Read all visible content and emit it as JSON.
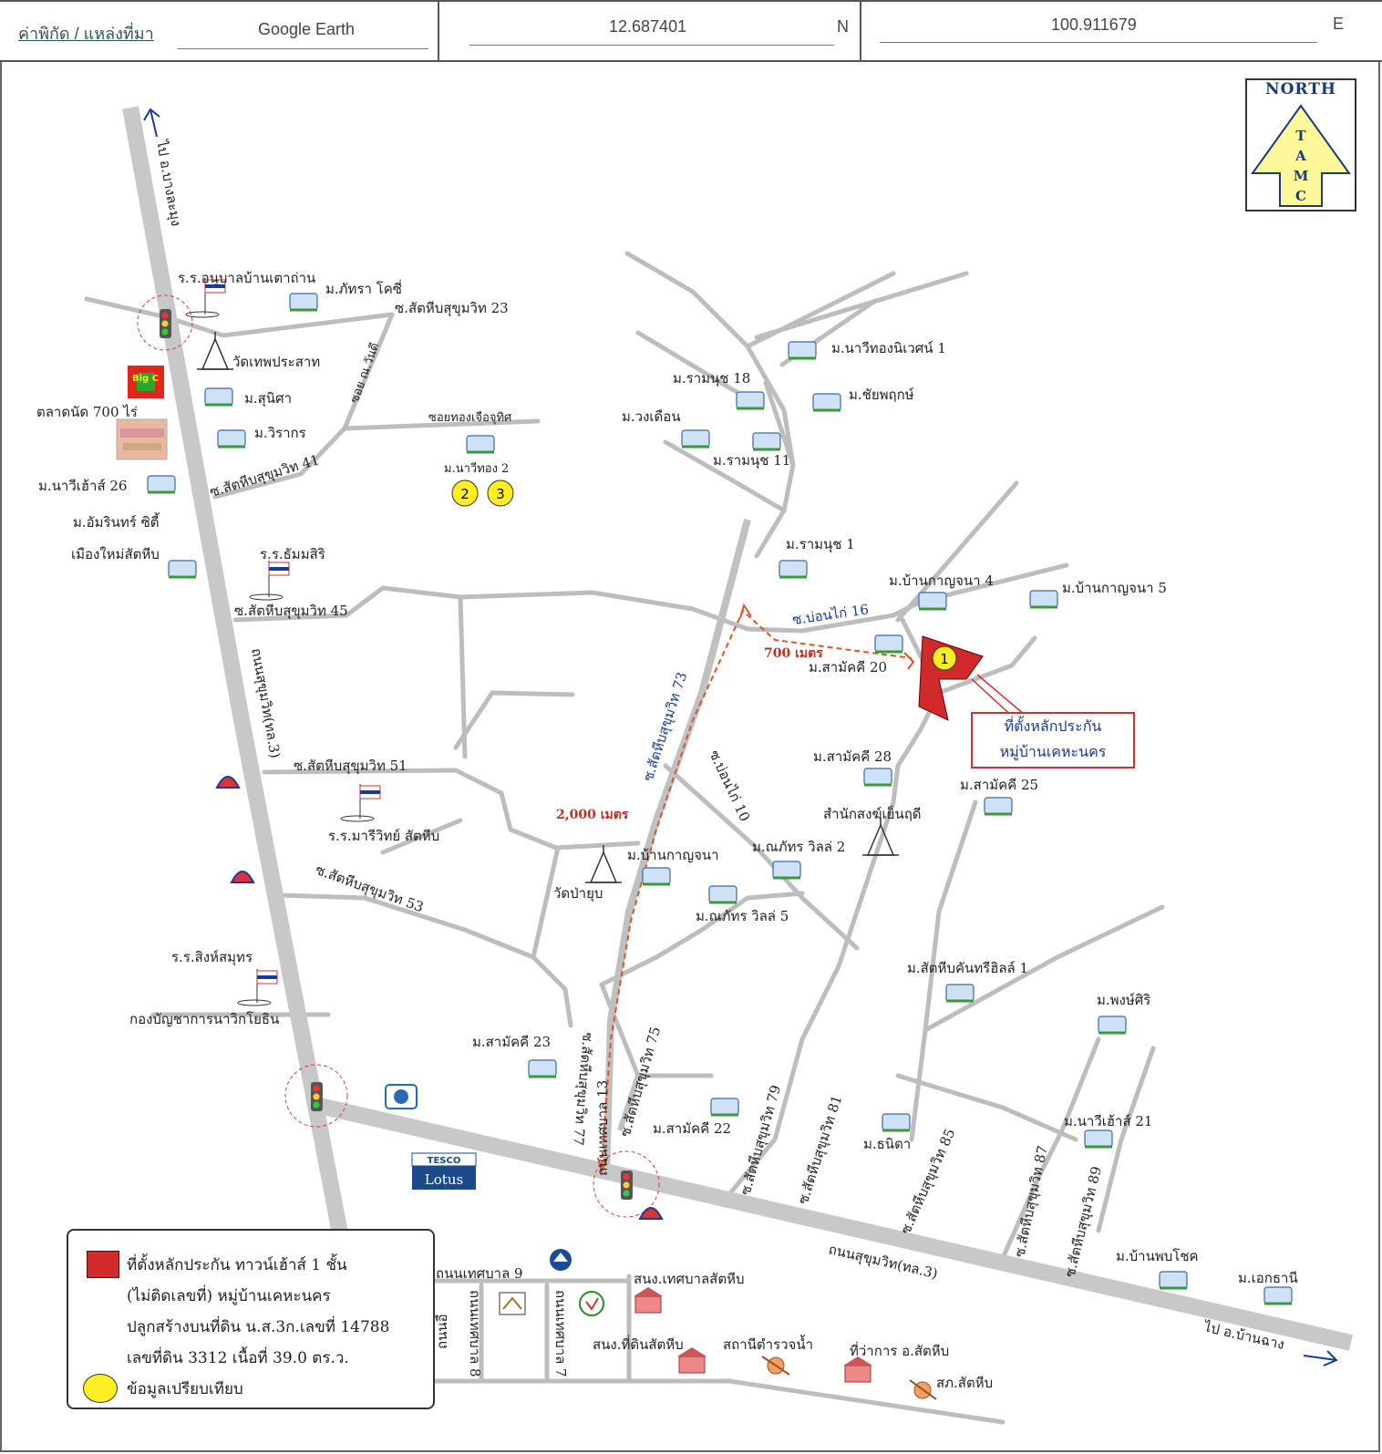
{
  "header": {
    "source_label": "ค่าพิกัด / แหล่งที่มา",
    "source_value": "Google Earth",
    "lat_value": "12.687401",
    "lat_dir": "N",
    "lon_value": "100.911679",
    "lon_dir": "E"
  },
  "north_arrow": {
    "title": "NORTH",
    "letters": [
      "T",
      "A",
      "M",
      "C"
    ]
  },
  "roads": {
    "to_bangkok": "ไป อ.บางละมุง",
    "to_banchang": "ไป อ.บ้านฉาง",
    "sukhumvit_main": "ถนนสุขุมวิท(ทล.3)",
    "sukhumvit_main_2": "ถนนสุขุมวิท(ทล.3)",
    "soi_23": "ซ.สัตหีบสุขุมวิท 23",
    "soi_41": "ซ.สัตหีบสุขุมวิท 41",
    "soi_45": "ซ.สัตหีบสุขุมวิท 45",
    "soi_51": "ซ.สัตหีบสุขุมวิท 51",
    "soi_53": "ซ.สัตหีบสุขุมวิท 53",
    "soi_73": "ซ.สัตหีบสุขุมวิท 73",
    "soi_75": "ซ.สัตหีบสุขุมวิท 75",
    "soi_77": "ซ.สัตหีบสุขุมวิท 77",
    "soi_79": "ซ.สัตหีบสุขุมวิท 79",
    "soi_81": "ซ.สัตหีบสุขุมวิท 81",
    "soi_85": "ซ.สัตหีบสุขุมวิท 85",
    "soi_87": "ซ.สัตหีบสุขุมวิท 87",
    "soi_89": "ซ.สัตหีบสุขุมวิท 89",
    "soi_nawan": "ซอย ณ.วันดี",
    "soi_thongjue": "ซอยทองเจือจุทิศ",
    "soi_bonai_16": "ซ.บ่อนไก่ 16",
    "soi_bonai_10": "ซ.บ่อนไก่ 10",
    "thetsaban_13": "ถนนเทศบาล 13",
    "thetsaban_9": "ถนนเทศบาล 9",
    "thetsaban_8": "ถนนเทศบาล 8",
    "thetsaban_7": "ถนนเทศบาล 7",
    "road_lo": "ถนนอื่"
  },
  "distances": {
    "d_700": "700 เมตร",
    "d_2000": "2,000 เมตร"
  },
  "villages": {
    "pattra": "ม.ภัทรา โคซี่",
    "sunisa": "ม.สุนิศา",
    "wirakorn": "ม.วิรากร",
    "navee26": "ม.นาวีเฮ้าส์ 26",
    "amarin": "ม.อัมรินทร์ ซิตี้",
    "amarin2": "เมืองใหม่สัตหีบ",
    "navithong2": "ม.นาวีทอง 2",
    "navithong_niwet": "ม.นาวีทองนิเวศน์ 1",
    "ramanut18": "ม.รามนุช 18",
    "chaiyaphruek": "ม.ชัยพฤกษ์",
    "wongduan": "ม.วงเดือน",
    "ramanut11": "ม.รามนุช 11",
    "ramanut1": "ม.รามนุช 1",
    "kanchana4": "ม.บ้านกาญจนา 4",
    "kanchana5": "ม.บ้านกาญจนา 5",
    "samakkhi20": "ม.สามัคคี 20",
    "samakkhi28": "ม.สามัคคี 28",
    "samakkhi25": "ม.สามัคคี 25",
    "kanchana": "ม.บ้านกาญจนา",
    "napat2": "ม.ณภัทร วิลล่ 2",
    "napat5": "ม.ณภัทร วิลล่ 5",
    "hills1": "ม.สัตหีบคันทรีฮิลล์ 1",
    "pongsiri": "ม.พงษ์ศิริ",
    "samakkhi23": "ม.สามัคคี 23",
    "samakkhi22": "ม.สามัคคี 22",
    "thanida": "ม.ธนิดา",
    "navee21": "ม.นาวีเฮ้าส์ 21",
    "banphob": "ม.บ้านพบโชค",
    "ekthani": "ม.เอกธานี"
  },
  "places": {
    "school_anuban": "ร.ร.อนุบาลบ้านเตาถ่าน",
    "wat_thep": "วัดเทพประสาท",
    "market": "ตลาดนัด 700 ไร่",
    "school_thammasiri": "ร.ร.ธัมมสิริ",
    "school_marwit": "ร.ร.มารีวิทย์ สัตหีบ",
    "wat_payub": "วัดป่ายุบ",
    "nun_center": "สำนักสงฆ์เย็นฤดี",
    "school_singha": "ร.ร.สิงห์สมุทร",
    "navy_command": "กองบัญชาการนาวิกโยธิน",
    "office_thetsaban": "สนง.เทศบาลสัตหีบ",
    "office_land": "สนง.ที่ดินสัตหีบ",
    "water_station": "สถานีตำรวจน้ำ",
    "district_office": "ที่ว่าการ อ.สัตหีบ",
    "police": "สภ.สัตหีบ",
    "bigc": "Big C",
    "tesco_top": "TESCO",
    "tesco_bottom": "Lotus"
  },
  "markers": [
    "1",
    "2",
    "3"
  ],
  "callout": {
    "line1": "ที่ตั้งหลักประกัน",
    "line2": "หมู่บ้านเคหะนคร"
  },
  "legend": {
    "line1": "ที่ตั้งหลักประกัน ทาวน์เฮ้าส์ 1 ชั้น",
    "line2": "(ไม่ติดเลขที่) หมู่บ้านเคหะนคร",
    "line3": "ปลูกสร้างบนที่ดิน น.ส.3ก.เลขที่ 14788",
    "line4": "เลขที่ดิน 3312 เนื้อที่ 39.0 ตร.ว.",
    "line5": "ข้อมูลเปรียบเทียบ"
  },
  "colors": {
    "main_road": "#c8c8c8",
    "minor_road": "#bdbdbd",
    "subject": "#d12a2a",
    "compare": "#ffee22",
    "route": "#d9552a",
    "label_blue": "#1a3a9a"
  }
}
